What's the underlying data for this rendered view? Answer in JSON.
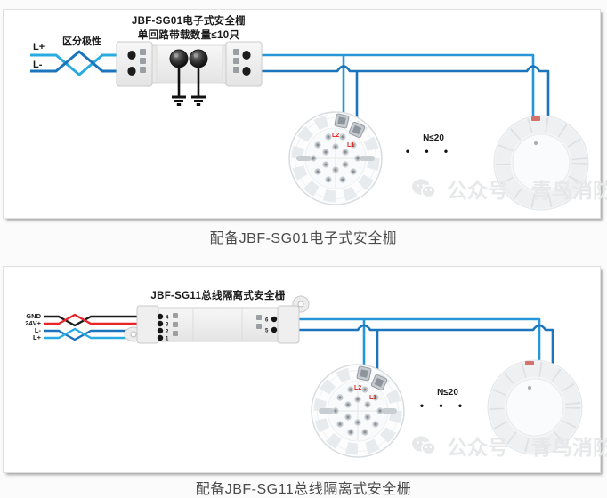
{
  "colors": {
    "wire_cyan": "#29ABE2",
    "wire_blue": "#1B74BC",
    "wire_red": "#E8262A",
    "wire_black": "#1A1A1A",
    "terminal_red_label": "#E0251B",
    "caption_text": "#4B4B4B"
  },
  "panel1": {
    "title_line1": "JBF-SG01电子式安全栅",
    "title_line2": "单回路带载数量≤10只",
    "polarity": "区分极性",
    "wires": [
      "L+",
      "L-"
    ],
    "det_terms": [
      "L2",
      "L1"
    ],
    "count": "N≤20",
    "dots": "•  •  •",
    "caption": "配备JBF-SG01电子式安全栅"
  },
  "panel2": {
    "title": "JBF-SG11总线隔离式安全栅",
    "wires": [
      "GND",
      "24V+",
      "L-",
      "L+"
    ],
    "left_terminals": [
      "4",
      "3",
      "2",
      "1"
    ],
    "right_terminals": [
      "6",
      "5"
    ],
    "det_terms": [
      "L2",
      "L1"
    ],
    "count": "N≤20",
    "dots": "•  •  •",
    "caption": "配备JBF-SG11总线隔离式安全栅"
  },
  "watermark": {
    "prefix": "公众号",
    "brand": "青鸟消防"
  }
}
